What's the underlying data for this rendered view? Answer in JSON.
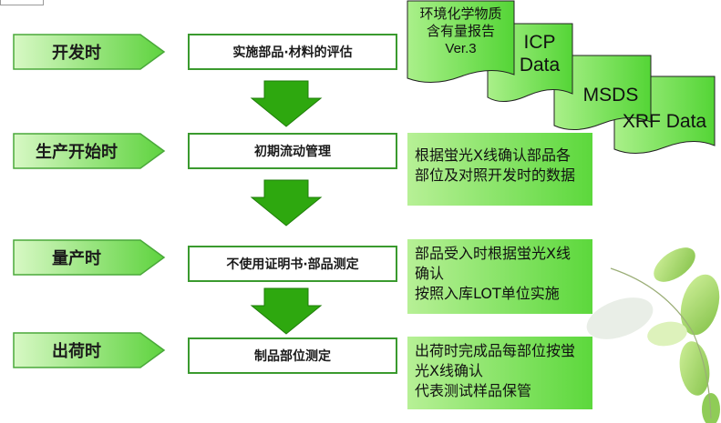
{
  "phases": [
    {
      "label": "开发时"
    },
    {
      "label": "生产开始时"
    },
    {
      "label": "量产时"
    },
    {
      "label": "出荷时"
    }
  ],
  "steps": [
    {
      "label": "实施部品·材料的评估"
    },
    {
      "label": "初期流动管理"
    },
    {
      "label": "不使用证明书·部品测定"
    },
    {
      "label": "制品部位测定"
    }
  ],
  "notes": [
    {
      "lines": [
        "根据蛍光X线确认部品各",
        "部位及对照开发时的数据"
      ]
    },
    {
      "lines": [
        "部品受入时根据蛍光X线",
        "确认",
        "按照入库LOT单位实施"
      ]
    },
    {
      "lines": [
        "出荷时完成品每部位按蛍",
        "光X线确认",
        "代表测试样品保管"
      ]
    }
  ],
  "documents": {
    "env": [
      "环境化学物质",
      "含有量报告",
      "Ver.3"
    ],
    "icp": [
      "ICP",
      "Data"
    ],
    "msds": [
      "MSDS"
    ],
    "xrf": [
      "XRF Data"
    ]
  },
  "colors": {
    "phase_fill_start": "#d7f8c4",
    "phase_fill_end": "#5fd33f",
    "border": "#3a9a2e",
    "arrow": "#2ea80f",
    "note_start": "#b7f096",
    "note_end": "#5cd83c"
  }
}
